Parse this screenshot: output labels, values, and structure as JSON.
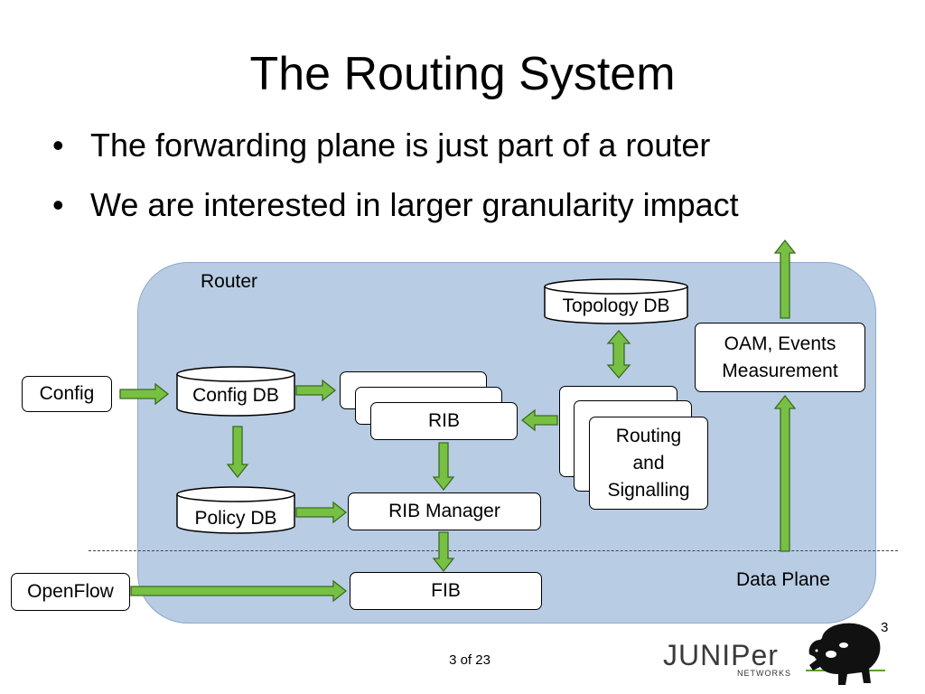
{
  "slide": {
    "title": "The Routing System",
    "bullets": [
      "The forwarding plane is just part of a router",
      "We are interested in larger granularity impact"
    ],
    "footer": "3 of 23",
    "page_number": "3"
  },
  "diagram": {
    "router_label": "Router",
    "data_plane_label": "Data Plane",
    "config": "Config",
    "openflow": "OpenFlow",
    "config_db": "Config DB",
    "policy_db": "Policy DB",
    "topology_db": "Topology DB",
    "rib": "RIB",
    "rib_manager": "RIB Manager",
    "fib": "FIB",
    "routing": [
      "Routing",
      "and",
      "Signalling"
    ],
    "oam": [
      "OAM, Events",
      "Measurement"
    ]
  },
  "logo": {
    "word": "JUNIPer",
    "sub": "NETWORKS"
  },
  "colors": {
    "router_fill": "#b8cce4",
    "arrow_fill": "#78c043",
    "arrow_stroke": "#3a6b1e"
  }
}
